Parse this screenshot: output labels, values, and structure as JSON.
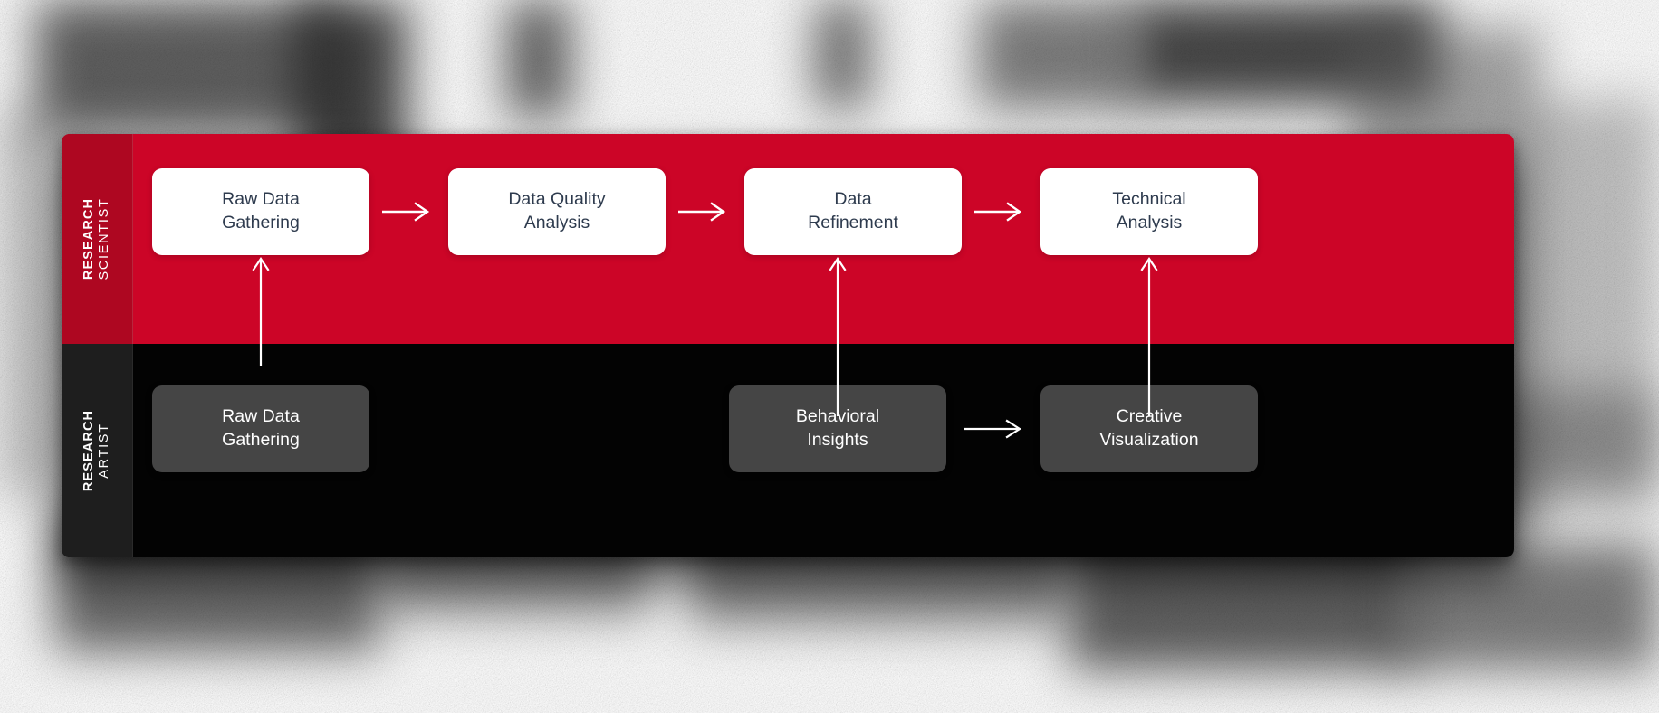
{
  "diagram": {
    "title": "Research workflow swimlane",
    "colors": {
      "lane_scientist_bg": "#CC0527",
      "lane_scientist_label_bg": "#AE0721",
      "lane_artist_bg": "#030303",
      "lane_artist_label_bg": "#1E1E1E",
      "node_white_bg": "#FFFFFF",
      "node_white_text": "#2E3B4E",
      "node_dark_bg": "#454545",
      "node_dark_text": "#FFFFFF",
      "arrow": "#FFFFFF",
      "page_bg": "#FFFFFF"
    },
    "lanes": [
      {
        "id": "scientist",
        "label_line1": "RESEARCH",
        "label_line2": "SCIENTIST",
        "nodes": [
          {
            "id": "raw-data-gathering-sci",
            "label": "Raw Data\nGathering"
          },
          {
            "id": "data-quality-analysis",
            "label": "Data Quality\nAnalysis"
          },
          {
            "id": "data-refinement",
            "label": "Data\nRefinement"
          },
          {
            "id": "technical-analysis",
            "label": "Technical\nAnalysis"
          }
        ],
        "connectors": [
          {
            "from": "raw-data-gathering-sci",
            "to": "data-quality-analysis",
            "direction": "right"
          },
          {
            "from": "data-quality-analysis",
            "to": "data-refinement",
            "direction": "right"
          },
          {
            "from": "data-refinement",
            "to": "technical-analysis",
            "direction": "right"
          }
        ]
      },
      {
        "id": "artist",
        "label_line1": "RESEARCH",
        "label_line2": "ARTIST",
        "nodes": [
          {
            "id": "raw-data-gathering-art",
            "label": "Raw Data\nGathering"
          },
          {
            "id": "behavioral-insights",
            "label": "Behavioral\nInsights"
          },
          {
            "id": "creative-visualization",
            "label": "Creative\nVisualization"
          }
        ],
        "connectors": [
          {
            "from": "behavioral-insights",
            "to": "creative-visualization",
            "direction": "right"
          }
        ]
      }
    ],
    "cross_lane_connectors": [
      {
        "from": "raw-data-gathering-art",
        "to": "raw-data-gathering-sci",
        "direction": "up"
      },
      {
        "from": "behavioral-insights",
        "to": "data-refinement",
        "direction": "up"
      },
      {
        "from": "creative-visualization",
        "to": "technical-analysis",
        "direction": "up"
      }
    ]
  }
}
